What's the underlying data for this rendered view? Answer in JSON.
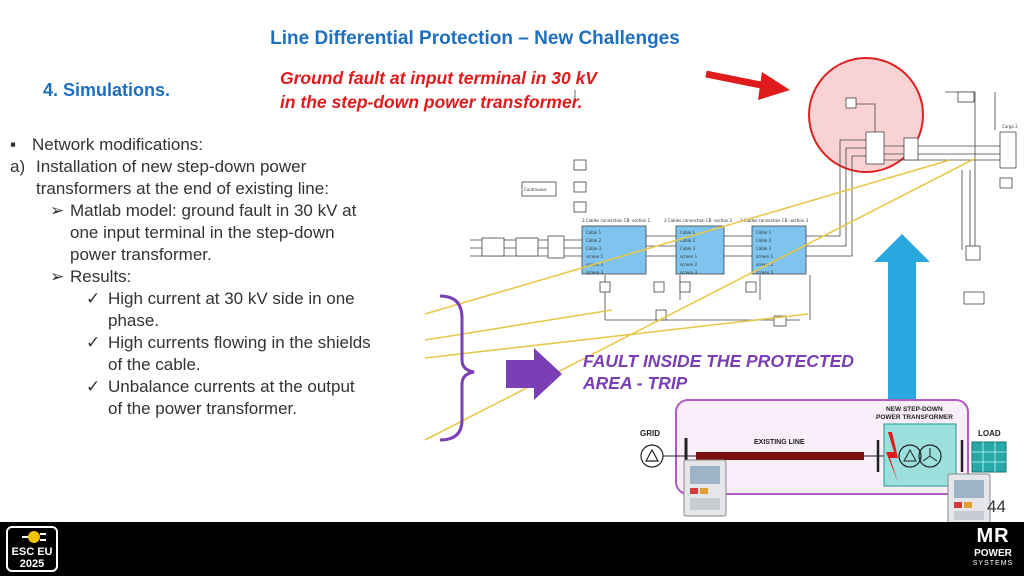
{
  "slide": {
    "title": "Line Differential Protection – New Challenges",
    "section": "4.  Simulations.",
    "callout_line1": "Ground fault at input terminal in 30 kV",
    "callout_line2": "in the step-down power transformer.",
    "fault_line1": "FAULT INSIDE THE PROTECTED",
    "fault_line2": "AREA - TRIP",
    "page_number": "44"
  },
  "bullets": [
    {
      "marker": "▪",
      "text": "Network modifications:",
      "indent": 20
    },
    {
      "marker": "a)",
      "text": "Installation of new step-down power",
      "indent": 0
    },
    {
      "marker": "",
      "text": "transformers at the end of existing line:",
      "indent": 26
    },
    {
      "marker": "➢",
      "text": "Matlab model: ground fault in 30 kV at",
      "indent": 40
    },
    {
      "marker": "",
      "text": "one input terminal in the step-down",
      "indent": 60
    },
    {
      "marker": "",
      "text": "power transformer.",
      "indent": 60
    },
    {
      "marker": "➢",
      "text": "Results:",
      "indent": 40
    },
    {
      "marker": "✓",
      "text": "High current at 30 kV side in one",
      "indent": 76
    },
    {
      "marker": "",
      "text": "phase.",
      "indent": 98
    },
    {
      "marker": "✓",
      "text": "High currents flowing in the shields",
      "indent": 76
    },
    {
      "marker": "",
      "text": "of the cable.",
      "indent": 98
    },
    {
      "marker": "✓",
      "text": "Unbalance currents at the output",
      "indent": 76
    },
    {
      "marker": "",
      "text": "of the power transformer.",
      "indent": 98
    }
  ],
  "simulink": {
    "section_labels": [
      "3 Cables connection CB: section 1",
      "3 Cables connection CB: section 2",
      "3 Cables connection CB: section 3"
    ],
    "cable_labels": [
      "Cable 1",
      "Cable 2",
      "Cable 3",
      "screen 1",
      "screen 2",
      "screen 3"
    ],
    "carga_label": "Carga 2",
    "continuous_label": "Continuous"
  },
  "oneline": {
    "grid_label": "GRID",
    "existing_line_label": "EXISTING LINE",
    "transformer_label_line1": "NEW STEP-DOWN",
    "transformer_label_line2": "POWER TRANSFORMER",
    "load_label": "LOAD"
  },
  "footer": {
    "left_logo_line1": "ESC EU",
    "left_logo_line2": "2025",
    "right_logo_main": "MR",
    "right_logo_line1": "POWER",
    "right_logo_line2": "SYSTEMS"
  },
  "colors": {
    "title_blue": "#1f6fbf",
    "callout_red": "#e01b1b",
    "fault_purple": "#7b3fb5",
    "arrow_cyan": "#29a8e0",
    "cable_block": "#7ec4ee",
    "line_maroon": "#7a1010",
    "yellow_line": "#e8c84a"
  }
}
